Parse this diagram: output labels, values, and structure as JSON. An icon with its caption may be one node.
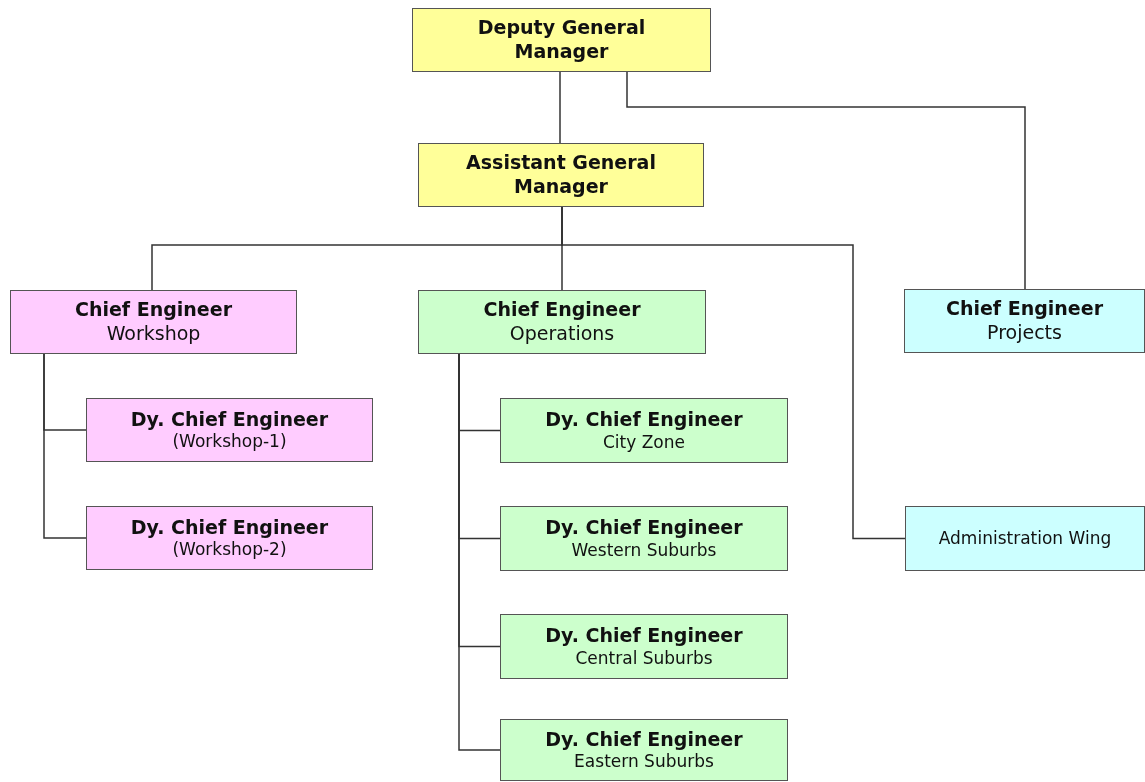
{
  "diagram": {
    "nodes": [
      {
        "text": [
          "Deputy General Manager"
        ]
      },
      {
        "text": [
          "Assistant General Manager"
        ]
      },
      {
        "text": [
          "Chief Engineer",
          "Workshop"
        ]
      },
      {
        "text": [
          "Chief Engineer",
          "Operations"
        ]
      },
      {
        "text": [
          "Chief Engineer",
          "Projects"
        ]
      },
      {
        "text": [
          "Dy. Chief Engineer",
          "(Workshop-1)"
        ]
      },
      {
        "text": [
          "Dy. Chief Engineer",
          "(Workshop-2)"
        ]
      },
      {
        "text": [
          "Dy. Chief Engineer",
          "City Zone"
        ]
      },
      {
        "text": [
          "Dy. Chief Engineer",
          "Western Suburbs"
        ]
      },
      {
        "text": [
          "Dy. Chief Engineer",
          "Central Suburbs"
        ]
      },
      {
        "text": [
          "Dy. Chief Engineer",
          "Eastern Suburbs"
        ]
      },
      {
        "text": [
          "Administration Wing"
        ]
      }
    ],
    "edges": [
      {
        "from": 0,
        "to": 1,
        "arrow": "none"
      },
      {
        "from": 0,
        "to": 4,
        "arrow": "none"
      },
      {
        "from": 1,
        "to": 2,
        "arrow": "none"
      },
      {
        "from": 1,
        "to": 3,
        "arrow": "none"
      },
      {
        "from": 1,
        "to": 11,
        "arrow": "none"
      },
      {
        "from": 2,
        "to": 5,
        "arrow": "none"
      },
      {
        "from": 2,
        "to": 6,
        "arrow": "none"
      },
      {
        "from": 3,
        "to": 7,
        "arrow": "none"
      },
      {
        "from": 3,
        "to": 8,
        "arrow": "none"
      },
      {
        "from": 3,
        "to": 9,
        "arrow": "none"
      },
      {
        "from": 3,
        "to": 10,
        "arrow": "none"
      }
    ]
  }
}
